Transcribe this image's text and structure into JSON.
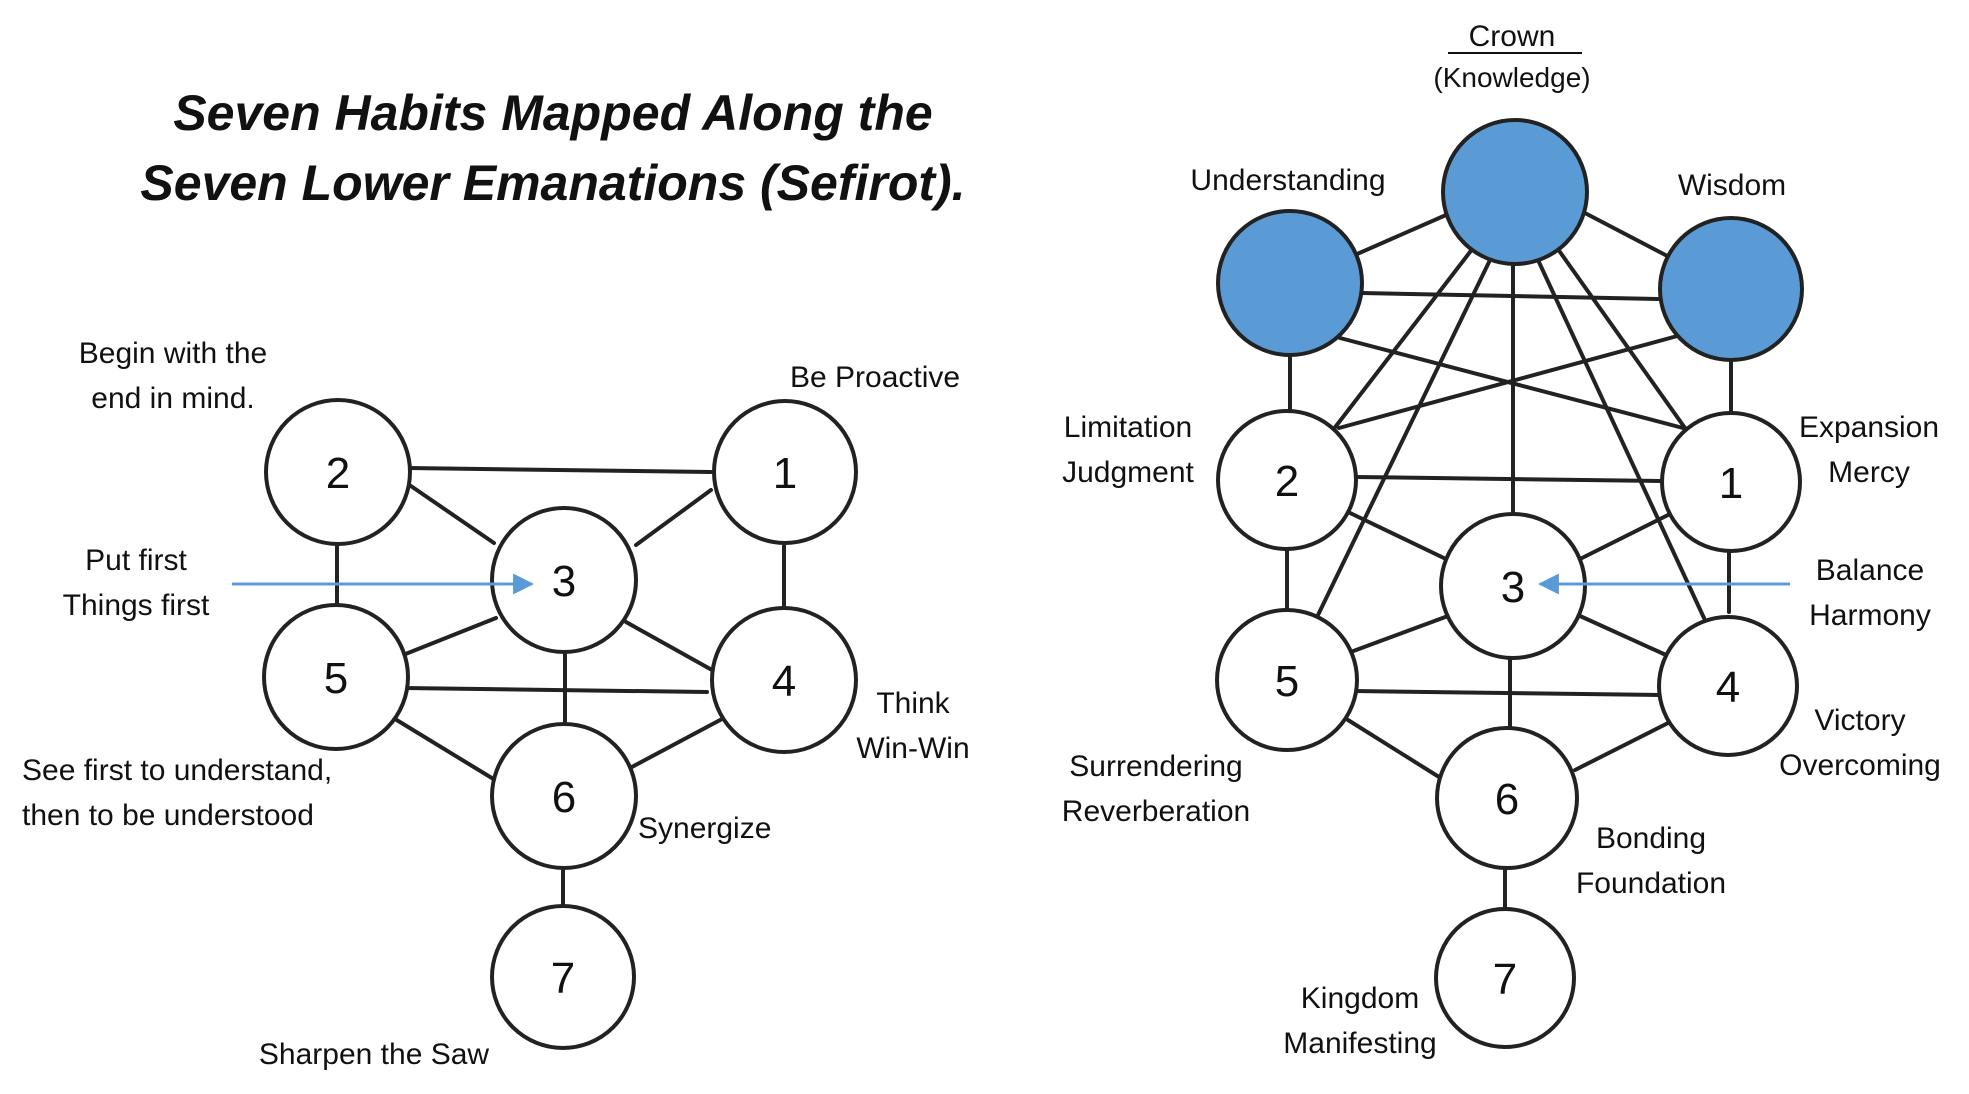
{
  "title": {
    "line1": "Seven Habits Mapped Along the",
    "line2": "Seven Lower Emanations (Sefirot)."
  },
  "colors": {
    "upper_node_fill": "#5b9bd5",
    "arrow": "#5b9bd5",
    "line": "#222222"
  },
  "left_diagram": {
    "nodes": [
      "1",
      "2",
      "3",
      "4",
      "5",
      "6",
      "7"
    ],
    "labels": {
      "n1": "Be Proactive",
      "n2_line1": "Begin with the",
      "n2_line2": "end in mind.",
      "n3_line1": "Put first",
      "n3_line2": "Things first",
      "n4_line1": "Think",
      "n4_line2": "Win-Win",
      "n5_line1": "See first to understand,",
      "n5_line2": "then to be understood",
      "n6": "Synergize",
      "n7": "Sharpen the Saw"
    }
  },
  "right_diagram": {
    "nodes": [
      "1",
      "2",
      "3",
      "4",
      "5",
      "6",
      "7"
    ],
    "labels": {
      "crown": "Crown",
      "crown_sub": "(Knowledge)",
      "understanding": "Understanding",
      "wisdom": "Wisdom",
      "n1_line1": "Expansion",
      "n1_line2": "Mercy",
      "n2_line1": "Limitation",
      "n2_line2": "Judgment",
      "n3_line1": "Balance",
      "n3_line2": "Harmony",
      "n4_line1": "Victory",
      "n4_line2": "Overcoming",
      "n5_line1": "Surrendering",
      "n5_line2": "Reverberation",
      "n6_line1": "Bonding",
      "n6_line2": "Foundation",
      "n7_line1": "Kingdom",
      "n7_line2": "Manifesting"
    }
  }
}
